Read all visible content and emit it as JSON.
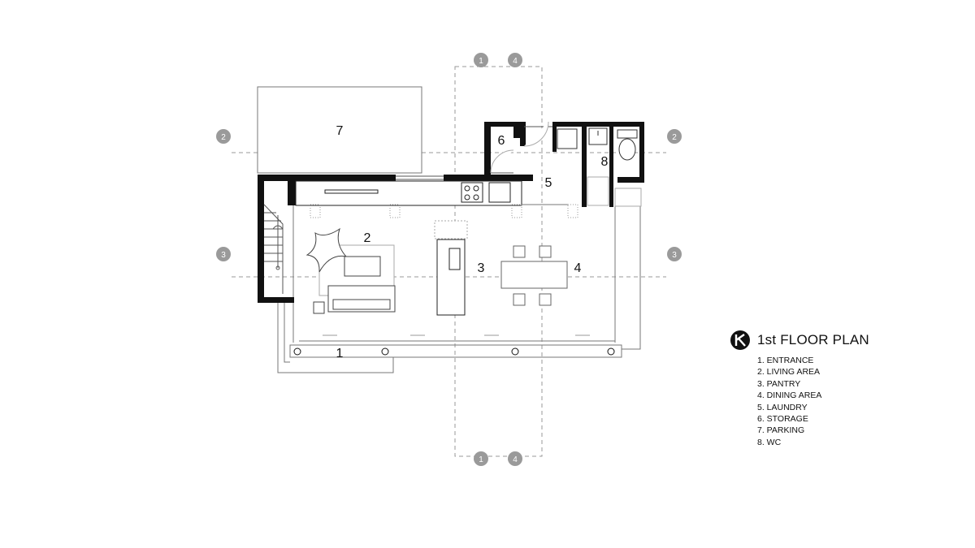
{
  "plan": {
    "rooms": [
      {
        "num": "1",
        "name": "ENTRANCE"
      },
      {
        "num": "2",
        "name": "LIVING AREA"
      },
      {
        "num": "3",
        "name": "PANTRY"
      },
      {
        "num": "4",
        "name": "DINING AREA"
      },
      {
        "num": "5",
        "name": "LAUNDRY"
      },
      {
        "num": "6",
        "name": "STORAGE"
      },
      {
        "num": "7",
        "name": "PARKING"
      },
      {
        "num": "8",
        "name": "WC"
      }
    ],
    "grid_markers": {
      "top_1": "1",
      "top_4": "4",
      "bottom_1": "1",
      "bottom_4": "4",
      "left_2": "2",
      "right_2": "2",
      "left_3": "3",
      "right_3": "3"
    },
    "colors": {
      "wall": "#111111",
      "line": "#888888",
      "bubble": "#9a9a9a"
    }
  },
  "legend": {
    "title": "1st FLOOR PLAN",
    "items": [
      "1. ENTRANCE",
      "2. LIVING AREA",
      "3. PANTRY",
      "4. DINING AREA",
      "5. LAUNDRY",
      "6. STORAGE",
      "7. PARKING",
      "8. WC"
    ]
  }
}
